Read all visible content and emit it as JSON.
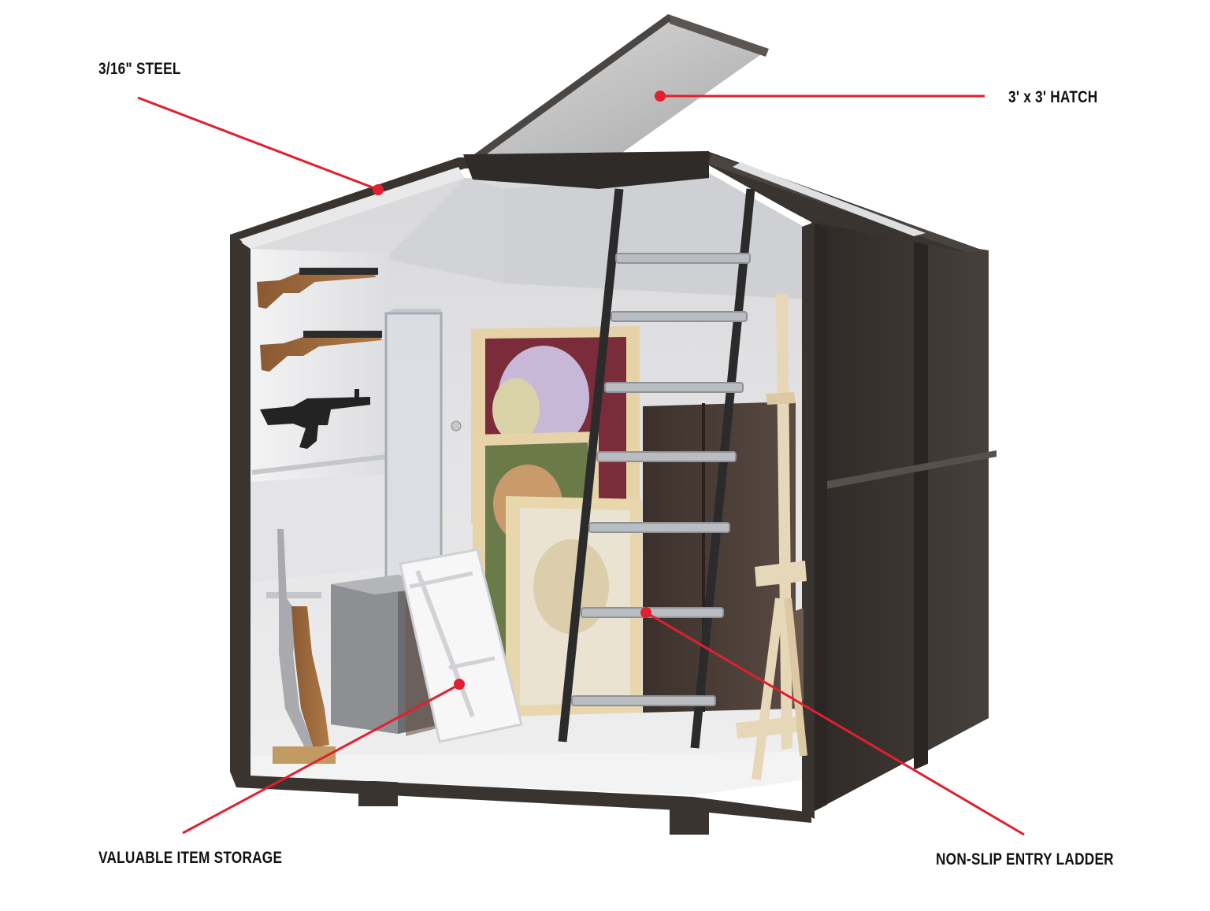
{
  "callouts": {
    "steel": {
      "label": "3/16\" STEEL"
    },
    "hatch": {
      "label": "3' x 3' HATCH"
    },
    "storage": {
      "label": "VALUABLE ITEM STORAGE"
    },
    "ladder": {
      "label": "NON-SLIP ENTRY LADDER"
    }
  },
  "colors": {
    "callout_red": "#e0202e",
    "shelter_shell": "#3a3330",
    "interior": "#e8e8ea",
    "floor": "#f2f2f3",
    "ladder": "#2b2b2b",
    "ladder_steps": "#b9bcc0"
  }
}
